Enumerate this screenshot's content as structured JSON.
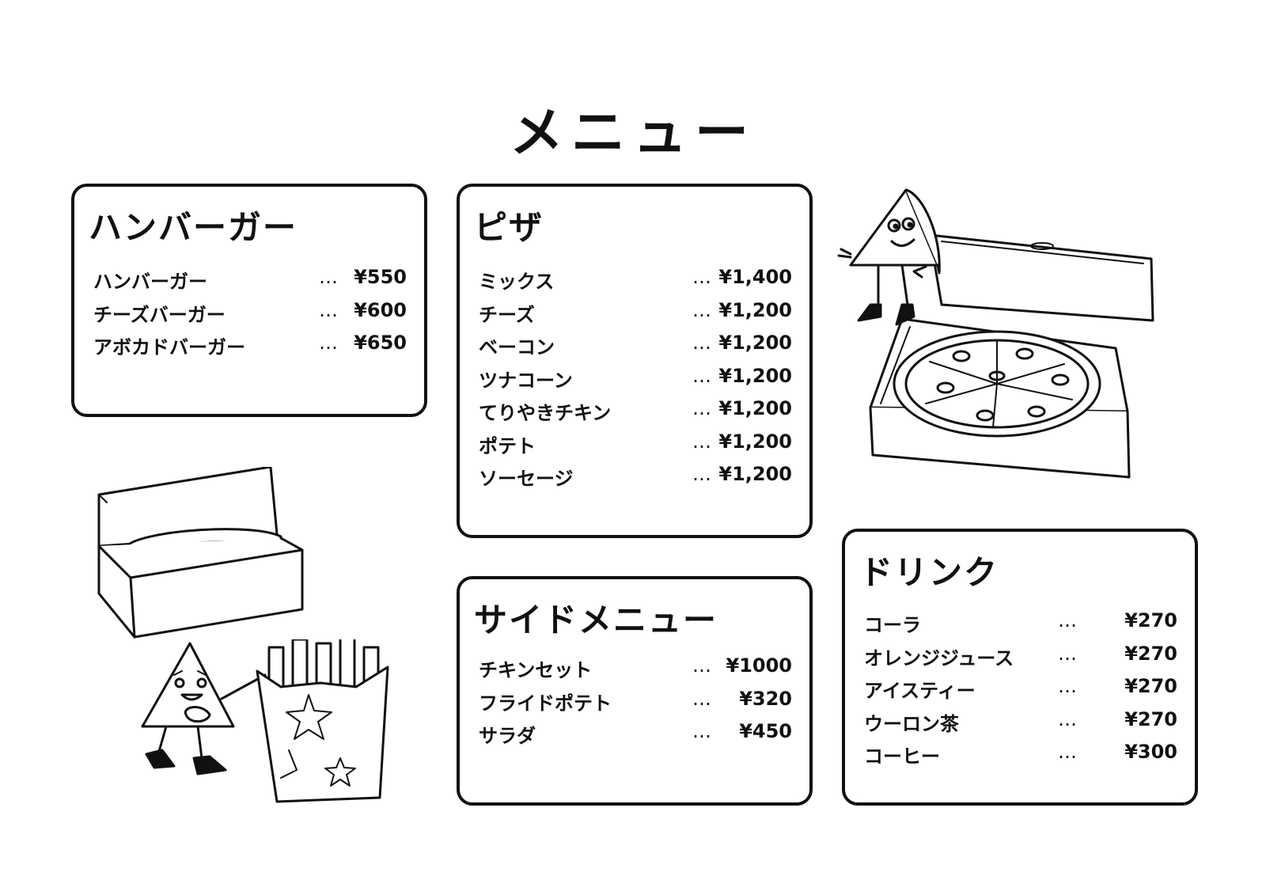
{
  "title": "メニュー",
  "sections": [
    {
      "heading": "ハンバーガー",
      "items": [
        {
          "name": "ハンバーガー",
          "dots": "…",
          "price": "¥550"
        },
        {
          "name": "チーズバーガー",
          "dots": "…",
          "price": "¥600"
        },
        {
          "name": "アボカドバーガー",
          "dots": "…",
          "price": "¥650"
        }
      ]
    },
    {
      "heading": "ピザ",
      "items": [
        {
          "name": "ミックス",
          "dots": "…",
          "price": "¥1,400"
        },
        {
          "name": "チーズ",
          "dots": "…",
          "price": "¥1,200"
        },
        {
          "name": "ベーコン",
          "dots": "…",
          "price": "¥1,200"
        },
        {
          "name": "ツナコーン",
          "dots": "…",
          "price": "¥1,200"
        },
        {
          "name": "てりやきチキン",
          "dots": "…",
          "price": "¥1,200"
        },
        {
          "name": "ポテト",
          "dots": "…",
          "price": "¥1,200"
        },
        {
          "name": "ソーセージ",
          "dots": "…",
          "price": "¥1,200"
        }
      ]
    },
    {
      "heading": "サイドメニュー",
      "items": [
        {
          "name": "チキンセット",
          "dots": "…",
          "price": "¥1000"
        },
        {
          "name": "フライドポテト",
          "dots": "…",
          "price": "¥320"
        },
        {
          "name": "サラダ",
          "dots": "…",
          "price": "¥450"
        }
      ]
    },
    {
      "heading": "ドリンク",
      "items": [
        {
          "name": "コーラ",
          "dots": "…",
          "price": "¥270"
        },
        {
          "name": "オレンジジュース",
          "dots": "…",
          "price": "¥270"
        },
        {
          "name": "アイスティー",
          "dots": "…",
          "price": "¥270"
        },
        {
          "name": "ウーロン茶",
          "dots": "…",
          "price": "¥270"
        },
        {
          "name": "コーヒー",
          "dots": "…",
          "price": "¥300"
        }
      ]
    }
  ],
  "illustrations": {
    "pizza": "pizza-slice-character-with-pizza-box",
    "burger": "burger-in-box",
    "fries": "nacho-character-with-fries"
  }
}
